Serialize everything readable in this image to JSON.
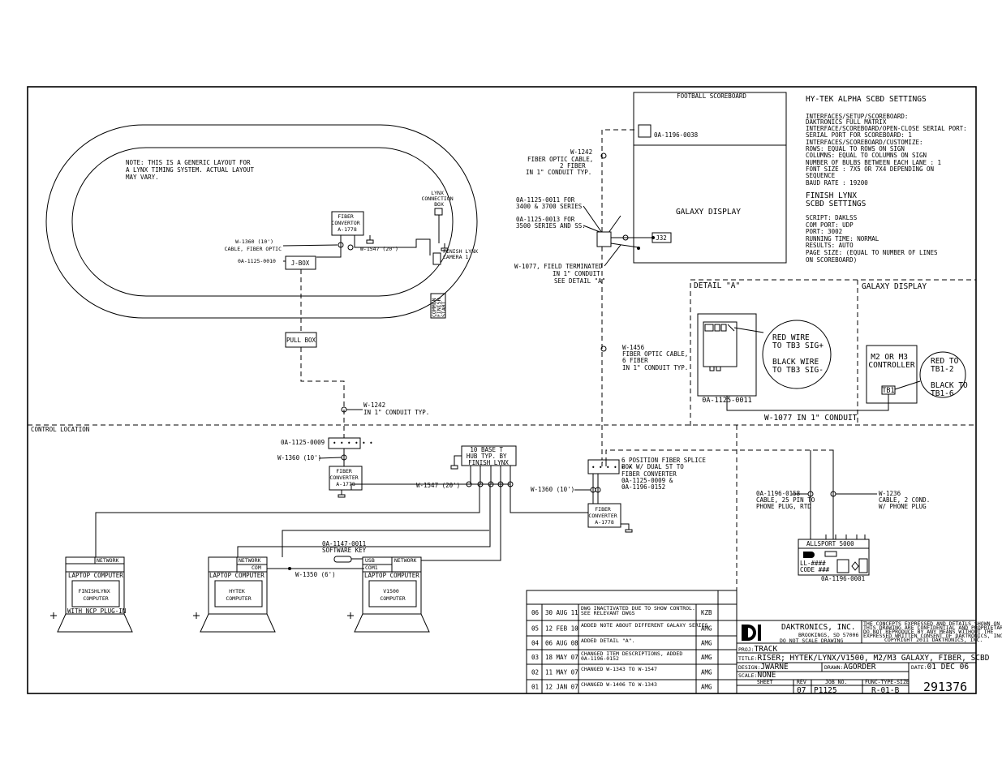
{
  "track": {
    "note": [
      "NOTE: THIS IS A GENERIC LAYOUT FOR",
      "A LYNX TIMING SYSTEM.  ACTUAL LAYOUT",
      "MAY VARY."
    ],
    "fiber_converter_1": [
      "FIBER",
      "CONVERTOR",
      "A-1778"
    ],
    "lynx_box": [
      "LYNX",
      "CONNECTION",
      "BOX"
    ],
    "camera": [
      "FINISH LYNX",
      "CAMERA 1"
    ],
    "w1360_cable": [
      "W-1360 (10')",
      "CABLE, FIBER OPTIC"
    ],
    "w1547": "W-1547 (20')",
    "jbox_part": "0A-1125-0010",
    "jbox": "J-BOX",
    "finish_start": [
      "COMMON",
      "FINISH",
      "START"
    ],
    "pull_box": "PULL BOX"
  },
  "scoreboard": {
    "football": "FOOTBALL SCOREBOARD",
    "part_0038": "0A-1196-0038",
    "w1242_top": [
      "W-1242",
      "FIBER OPTIC CABLE,",
      "2 FIBER",
      "IN 1\" CONDUIT TYP."
    ],
    "galaxy": "GALAXY DISPLAY",
    "j32": "J32",
    "part_0011": [
      "0A-1125-0011 FOR",
      "3400 & 3700 SERIES"
    ],
    "part_0013": [
      "0A-1125-0013 FOR",
      "3500 SERIES AND SS."
    ],
    "w1077": [
      "W-1077, FIELD TERMINATED",
      "IN 1\" CONDUIT",
      "SEE DETAIL \"A\""
    ],
    "w1456": [
      "W-1456",
      "FIBER OPTIC CABLE,",
      "6 FIBER",
      "IN 1\" CONDUIT TYP."
    ]
  },
  "settings": {
    "title": "HY-TEK ALPHA SCBD SETTINGS",
    "lines": [
      "INTERFACES/SETUP/SCOREBOARD:",
      "     DAKTRONICS FULL MATRIX",
      "INTERFACE/SCOREBOARD/OPEN-CLOSE SERIAL PORT:",
      "     SERIAL PORT FOR SCOREBOARD: 1",
      "INTERFACES/SCOREBOARD/CUSTOMIZE:",
      "     ROWS: EQUAL TO ROWS ON SIGN",
      "     COLUMNS: EQUAL TO COLUMNS ON SIGN",
      "     NUMBER OF BULBS BETWEEN EACH LANE : 1",
      "     FONT SIZE : 7X5 OR 7X4 DEPENDING ON",
      "     SEQUENCE",
      "     BAUD RATE : 19200"
    ],
    "finish_title": [
      "FINISH LYNX",
      "SCBD SETTINGS"
    ],
    "finish_lines": [
      "SCRIPT: DAKLSS",
      "COM PORT: UDP",
      "PORT: 3002",
      "RUNNING TIME: NORMAL",
      "RESULTS: AUTO",
      "PAGE SIZE: (EQUAL TO NUMBER OF LINES",
      "ON SCOREBOARD)"
    ]
  },
  "detail": {
    "title": "DETAIL \"A\"",
    "galaxy": "GALAXY DISPLAY",
    "red_wire": [
      "RED WIRE",
      "TO TB3 SIG+"
    ],
    "black_wire": [
      "BLACK WIRE",
      "TO TB3 SIG-"
    ],
    "part": "0A-1125-0011",
    "controller": [
      "M2 OR M3",
      "CONTROLLER"
    ],
    "tb1": "TB1",
    "red_to": [
      "RED TO",
      "TB1-2"
    ],
    "black_to": [
      "BLACK TO",
      "TB1-6"
    ],
    "w1077": "W-1077 IN 1\" CONDUIT"
  },
  "control": {
    "label": "CONTROL LOCATION",
    "w1242": [
      "W-1242",
      "IN 1\" CONDUIT TYP."
    ],
    "part_0009": "0A-1125-0009",
    "w1360_a": "W-1360 (10')",
    "fc_a": [
      "FIBER",
      "CONVERTER",
      "A-1778"
    ],
    "hub": [
      "10 BASE T",
      "HUB TYP. BY",
      "FINISH LYNX"
    ],
    "w1547": "W-1547 (20')",
    "w1360_b": "W-1360 (10')",
    "fc_b": [
      "FIBER",
      "CONVERTER",
      "A-1778"
    ],
    "splice": [
      "6 POSITION FIBER SPLICE",
      "BOX W/ DUAL ST TO",
      "FIBER CONVERTER",
      "0A-1125-0009 &",
      "0A-1196-0152"
    ],
    "cable_0158": [
      "0A-1196-0158",
      "CABLE, 25 PIN TO",
      "PHONE PLUG, RTD"
    ],
    "w1236": [
      "W-1236",
      "CABLE, 2 COND.",
      "W/ PHONE PLUG"
    ],
    "allsport": "ALLSPORT 5000",
    "ll": "LL-####",
    "code": "CODE ###",
    "allsport_part": "0A-1196-0001",
    "software_key": [
      "0A-1147-0011",
      "SOFTWARE KEY"
    ],
    "w1350": "W-1350 (6')",
    "laptop1": {
      "port": "NETWORK",
      "title": "LAPTOP COMPUTER",
      "screen": [
        "FINISHLYNX",
        "COMPUTER"
      ],
      "plug": "WITH NCP PLUG-IN"
    },
    "laptop2": {
      "ports": [
        "NETWORK",
        "COM"
      ],
      "title": "LAPTOP COMPUTER",
      "screen": [
        "HYTEK",
        "COMPUTER"
      ]
    },
    "laptop3": {
      "ports": [
        "USB",
        "COM1",
        "NETWORK"
      ],
      "title": "LAPTOP COMPUTER",
      "screen": [
        "V1500",
        "COMPUTER"
      ]
    }
  },
  "revisions": [
    {
      "num": "06",
      "date": "30 AUG 11",
      "desc": [
        "DWG INACTIVATED DUE TO SHOW CONTROL.",
        "SEE RELEVANT DWGS"
      ],
      "by": "KZB"
    },
    {
      "num": "05",
      "date": "12 FEB 10",
      "desc": [
        "ADDED NOTE ABOUT DIFFERENT GALAXY SERIES"
      ],
      "by": "AMG"
    },
    {
      "num": "04",
      "date": "06 AUG 08",
      "desc": [
        "ADDED DETAIL \"A\"."
      ],
      "by": "AMG"
    },
    {
      "num": "03",
      "date": "18 MAY 07",
      "desc": [
        "CHANGED ITEM DESCRIPTIONS, ADDED",
        "0A-1196-0152"
      ],
      "by": "AMG"
    },
    {
      "num": "02",
      "date": "11 MAY 07",
      "desc": [
        "CHANGED W-1343 TO W-1547"
      ],
      "by": "AMG"
    },
    {
      "num": "01",
      "date": "12 JAN 07",
      "desc": [
        "CHANGED W-1406 TO W-1343"
      ],
      "by": "AMG"
    }
  ],
  "titleblock": {
    "company": "DAKTRONICS, INC.",
    "city": "BROOKINGS, SD  57006",
    "noscale": "DO NOT SCALE DRAWING",
    "legal": [
      "THE CONCEPTS EXPRESSED AND DETAILS SHOWN ON",
      "THIS DRAWING ARE CONFIDENTIAL AND PROPRIETARY.",
      "DO NOT REPRODUCE BY ANY MEANS WITHOUT THE",
      "EXPRESSED WRITTEN CONSENT OF DAKTRONICS, INC.",
      "COPYRIGHT 2011 DAKTRONICS, INC."
    ],
    "proj_label": "PROJ:",
    "proj": "TRACK",
    "title_label": "TITLE:",
    "title": "RISER; HYTEK/LYNX/V1500, M2/M3 GALAXY, FIBER, SCBD",
    "design_label": "DESIGN:",
    "design": "JWARNE",
    "drawn_label": "DRAWN:",
    "drawn": "AGORDER",
    "date_label": "DATE:",
    "date": "01 DEC 06",
    "scale_label": "SCALE:",
    "scale": "NONE",
    "sheet_label": "SHEET",
    "rev_label": "REV",
    "job_label": "JOB NO.",
    "func_label": "FUNC-TYPE-SIZE",
    "rev": "07",
    "job": "P1125",
    "func": "R-01-B",
    "number": "291376"
  }
}
